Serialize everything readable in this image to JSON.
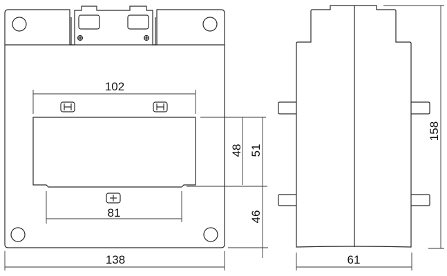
{
  "front_view": {
    "dim_window_width": "102",
    "dim_lower_width": "81",
    "dim_overall_width": "138",
    "dim_window_height_inner": "48",
    "dim_window_height_outer": "51",
    "dim_bottom_offset": "46"
  },
  "side_view": {
    "dim_height": "158",
    "dim_depth": "61"
  },
  "colors": {
    "line": "#2a2a2a",
    "background": "#ffffff"
  }
}
